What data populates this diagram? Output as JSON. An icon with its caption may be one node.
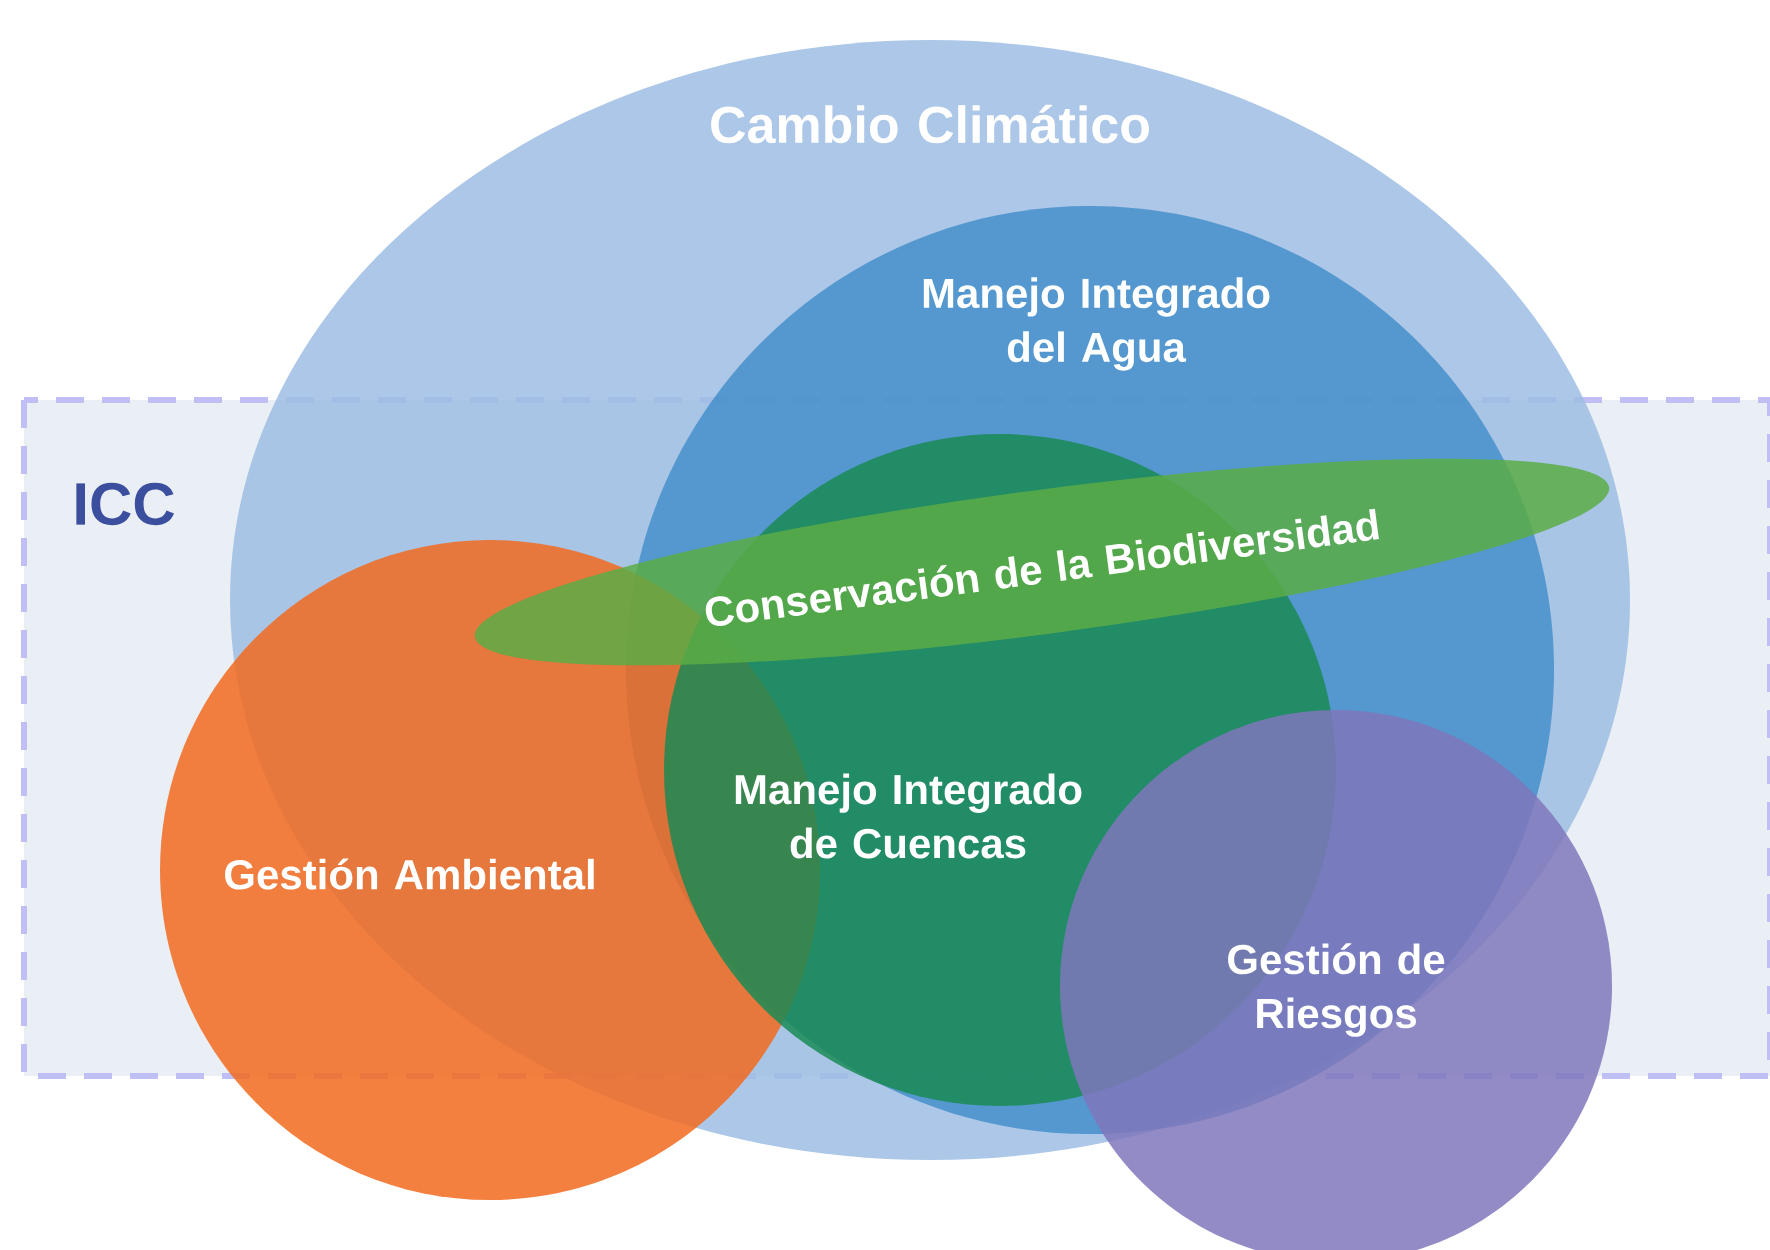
{
  "diagram": {
    "nodes": [
      {
        "text": [
          "ICC"
        ]
      },
      {
        "text": [
          "Cambio Climático"
        ]
      },
      {
        "text": [
          "Manejo Integrado del Agua"
        ],
        "in": 1
      },
      {
        "text": [
          "Manejo Integrado de Cuencas"
        ]
      },
      {
        "text": [
          "Gestión Ambiental"
        ]
      },
      {
        "text": [
          "Conservación de la Biodiversidad"
        ],
        "in": 0
      },
      {
        "text": [
          "Gestión de Riesgos"
        ]
      }
    ]
  }
}
